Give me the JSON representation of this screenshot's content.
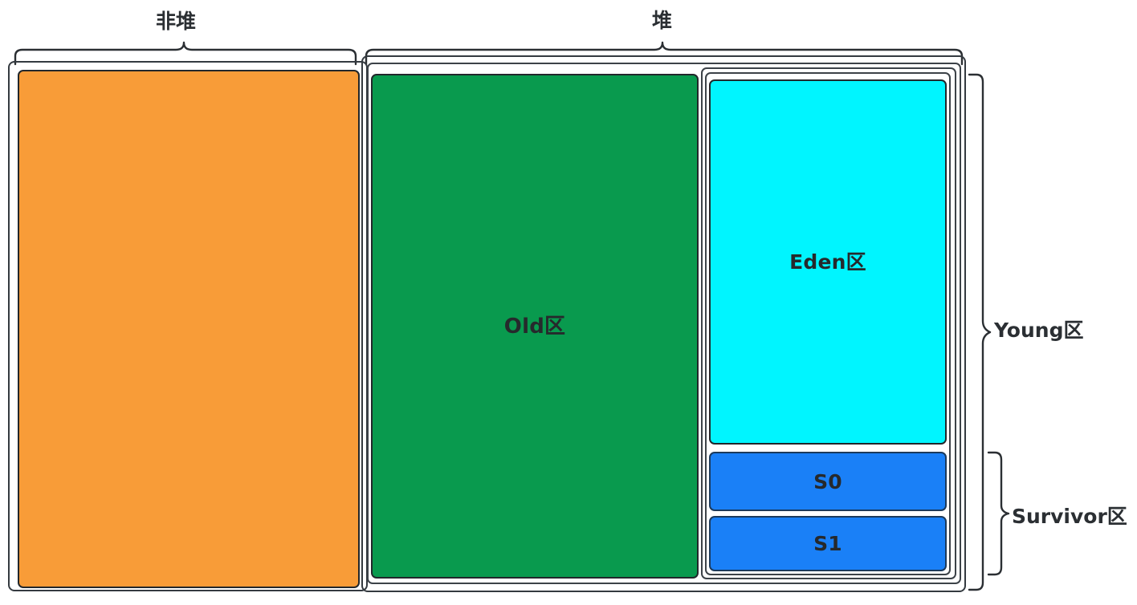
{
  "diagram": {
    "title_semantic": "jvm-memory-layout",
    "braces": {
      "non_heap": {
        "label": "非堆"
      },
      "heap": {
        "label": "堆"
      },
      "young": {
        "label": "Young区"
      },
      "survivor": {
        "label": "Survivor区"
      }
    },
    "regions": [
      {
        "key": "non_heap_block",
        "label": "",
        "color": "#f89c38",
        "border": "#22272b"
      },
      {
        "key": "old",
        "label": "Old区",
        "color": "#099a4e",
        "border": "#22272b"
      },
      {
        "key": "eden",
        "label": "Eden区",
        "color": "#00f5ff",
        "border": "#22272b"
      },
      {
        "key": "s0",
        "label": "S0",
        "color": "#1a80f7",
        "border": "#1b3a5c"
      },
      {
        "key": "s1",
        "label": "S1",
        "color": "#1a80f7",
        "border": "#1b3a5c"
      }
    ],
    "colors": {
      "background": "#ffffff",
      "orange": "#f89c38",
      "green": "#099a4e",
      "cyan": "#00f5ff",
      "blue": "#1a80f7",
      "outline": "#343a40",
      "text": "#2b2f33"
    }
  }
}
